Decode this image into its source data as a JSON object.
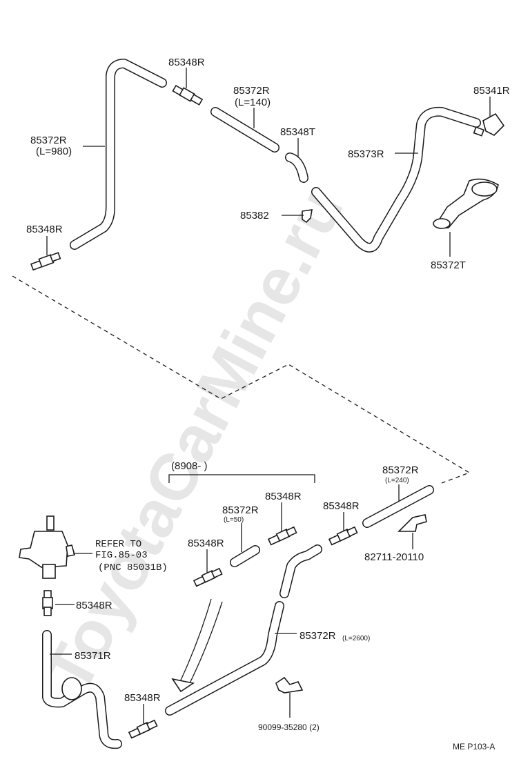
{
  "watermark": "ToyotaCarMine.ru",
  "labels": {
    "p_85348R_top": "85348R",
    "p_85372R_top": "85372R",
    "p_85372R_top_len": "(L=140)",
    "p_85341R": "85341R",
    "p_85372R_left": "85372R",
    "p_85372R_left_len": "(L=980)",
    "p_85348T": "85348T",
    "p_85373R": "85373R",
    "p_85348R_left": "85348R",
    "p_85382": "85382",
    "p_85372T": "85372T",
    "bracket_code": "(8908-      )",
    "p_85372R_right": "85372R",
    "p_85372R_right_len": "(L=240)",
    "p_85348R_mid_r": "85348R",
    "p_85372R_mid": "85372R",
    "p_85372R_mid_len": "(L=50)",
    "p_85348R_mid_right": "85348R",
    "p_85348R_mid_left": "85348R",
    "p_82711": "82711-20110",
    "refer_1": "REFER TO",
    "refer_2": "FIG.85-03",
    "refer_3": "(PNC 85031B)",
    "p_85348R_low": "85348R",
    "p_85372R_long": "85372R",
    "p_85372R_long_len": "(L=2600)",
    "p_85371R": "85371R",
    "p_85348R_bottom": "85348R",
    "p_90099": "90099-35280 (2)",
    "code": "ME  P103-A"
  }
}
